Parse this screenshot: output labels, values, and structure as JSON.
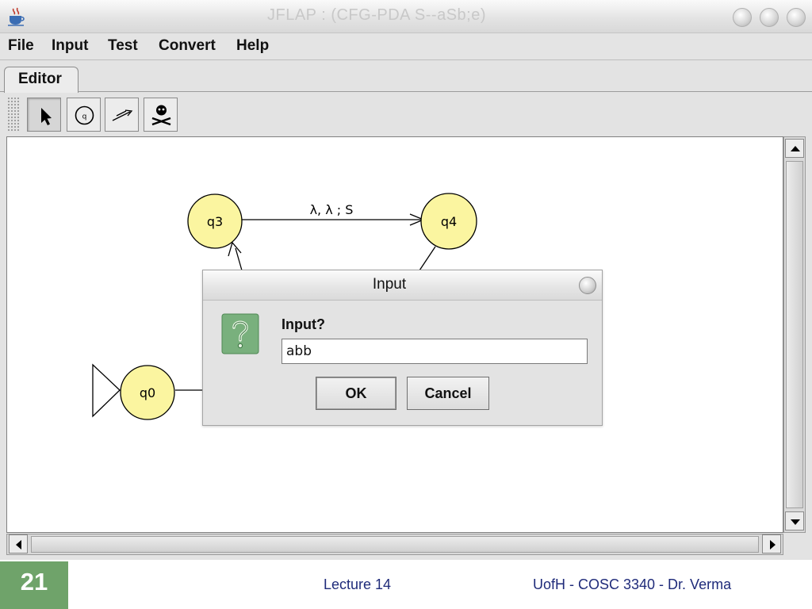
{
  "window": {
    "title": "JFLAP : (CFG-PDA S--aSb;e)"
  },
  "menubar": {
    "items": [
      "File",
      "Input",
      "Test",
      "Convert",
      "Help"
    ]
  },
  "tabs": [
    {
      "label": "Editor"
    }
  ],
  "toolbar": {
    "tools": [
      {
        "icon": "arrow-pointer-icon",
        "active": true
      },
      {
        "icon": "state-creator-icon",
        "active": false
      },
      {
        "icon": "transition-creator-icon",
        "active": false
      },
      {
        "icon": "skull-delete-icon",
        "active": false
      }
    ]
  },
  "automaton": {
    "states": [
      {
        "id": "q3",
        "label": "q3"
      },
      {
        "id": "q4",
        "label": "q4"
      },
      {
        "id": "q0",
        "label": "q0",
        "initial": true
      }
    ],
    "transitions": [
      {
        "from": "q3",
        "to": "q4",
        "label": "λ, λ ; S"
      }
    ],
    "state_fill": "#fbf5a0",
    "state_stroke": "#000000"
  },
  "dialog": {
    "title": "Input",
    "prompt": "Input?",
    "input_value": "abb",
    "ok_label": "OK",
    "cancel_label": "Cancel",
    "icon": "question-icon"
  },
  "slide": {
    "number": "21",
    "footer_center": "Lecture 14",
    "footer_right": "UofH - COSC 3340 - Dr. Verma",
    "accent": "#6fa36a",
    "footer_color": "#1f2b7a"
  }
}
